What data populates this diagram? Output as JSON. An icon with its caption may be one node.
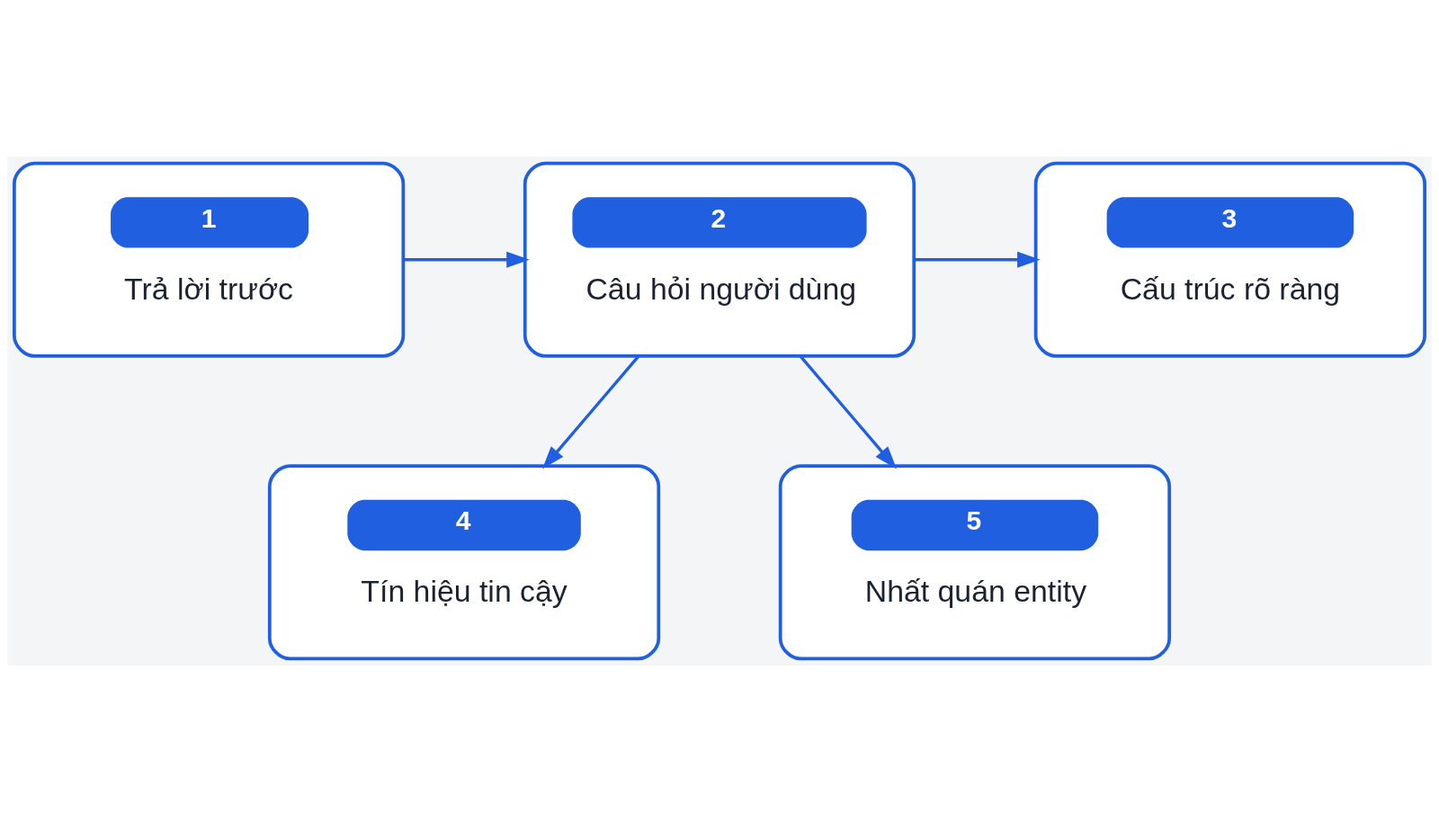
{
  "diagram": {
    "nodes": [
      {
        "text": [
          "1",
          "Trả lời trước"
        ]
      },
      {
        "text": [
          "2",
          "Câu hỏi người dùng"
        ]
      },
      {
        "text": [
          "3",
          "Cấu trúc rõ ràng"
        ]
      },
      {
        "text": [
          "4",
          "Tín hiệu tin cậy"
        ]
      },
      {
        "text": [
          "5",
          "Nhất quán entity"
        ]
      }
    ],
    "edges": [
      {
        "from": 0,
        "to": 1,
        "arrow": "to"
      },
      {
        "from": 1,
        "to": 2,
        "arrow": "to"
      },
      {
        "from": 1,
        "to": 3,
        "arrow": "to"
      },
      {
        "from": 1,
        "to": 4,
        "arrow": "to"
      }
    ]
  }
}
